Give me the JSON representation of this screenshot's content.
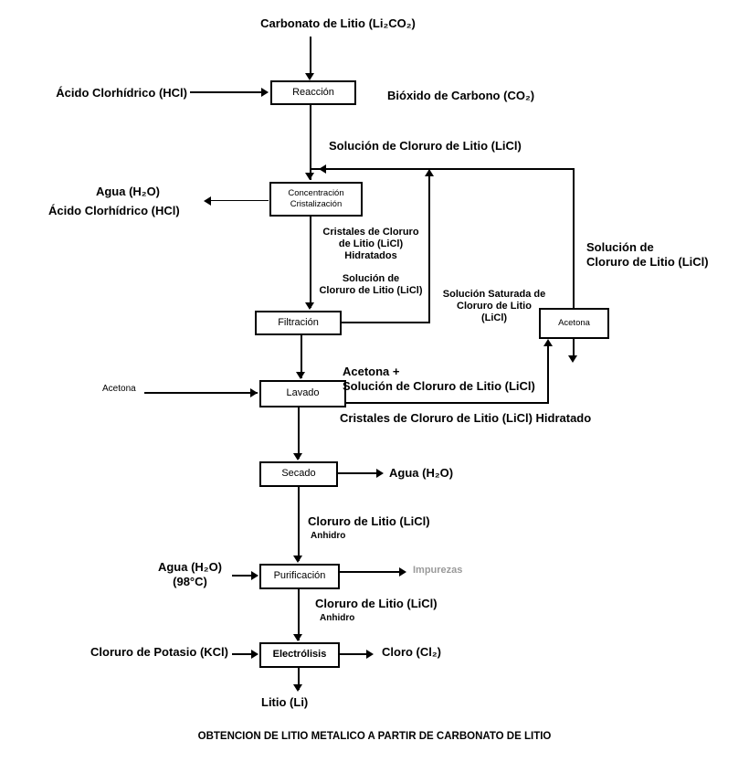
{
  "caption": "OBTENCION DE LITIO METALICO A PARTIR DE CARBONATO DE LITIO",
  "colors": {
    "line": "#000000",
    "background": "#ffffff",
    "muted_text": "#9a9a9a"
  },
  "boxes": {
    "reaccion": "Reacción",
    "concentracion": "Concentración\nCristalización",
    "filtracion": "Filtración",
    "acetona": "Acetona",
    "lavado": "Lavado",
    "secado": "Secado",
    "purificacion": "Purificación",
    "electrolisis": "Electrólisis"
  },
  "labels": {
    "carbonato_litio": "Carbonato de Litio (Li₂CO₂)",
    "acido_clorhidrico_in": "Ácido Clorhídrico (HCl)",
    "bioxido_carbono": "Bióxido de Carbono (CO₂)",
    "solucion_licl_top": "Solución de Cloruro de Litio (LiCl)",
    "agua_out": "Agua (H₂O)",
    "acido_clorhidrico_out": "Ácido Clorhídrico (HCl)",
    "cristales_hidratados": "Cristales de Cloruro\nde Litio (LiCl)\nHidratados",
    "solucion_licl_mid": "Solución de\nCloruro de Litio (LiCl)",
    "solucion_saturada": "Solución Saturada de\nCloruro de Litio\n(LiCl)",
    "solucion_licl_right": "Solución de\nCloruro de Litio (LiCl)",
    "acetona_in": "Acetona",
    "acetona_mas_solucion": "Acetona +\nSolución de Cloruro de Litio (LiCl)",
    "cristales_hidratado": "Cristales de Cloruro de Litio (LiCl) Hidratado",
    "agua_secado": "Agua (H₂O)",
    "cloruro_litio_1": "Cloruro de Litio (LiCl)",
    "anhidro_1": "Anhidro",
    "agua_98": "Agua (H₂O)\n(98°C)",
    "impurezas": "Impurezas",
    "cloruro_litio_2": "Cloruro de Litio (LiCl)",
    "anhidro_2": "Anhidro",
    "cloruro_potasio": "Cloruro de Potasio (KCl)",
    "cloro": "Cloro (Cl₂)",
    "litio": "Litio (Li)"
  }
}
